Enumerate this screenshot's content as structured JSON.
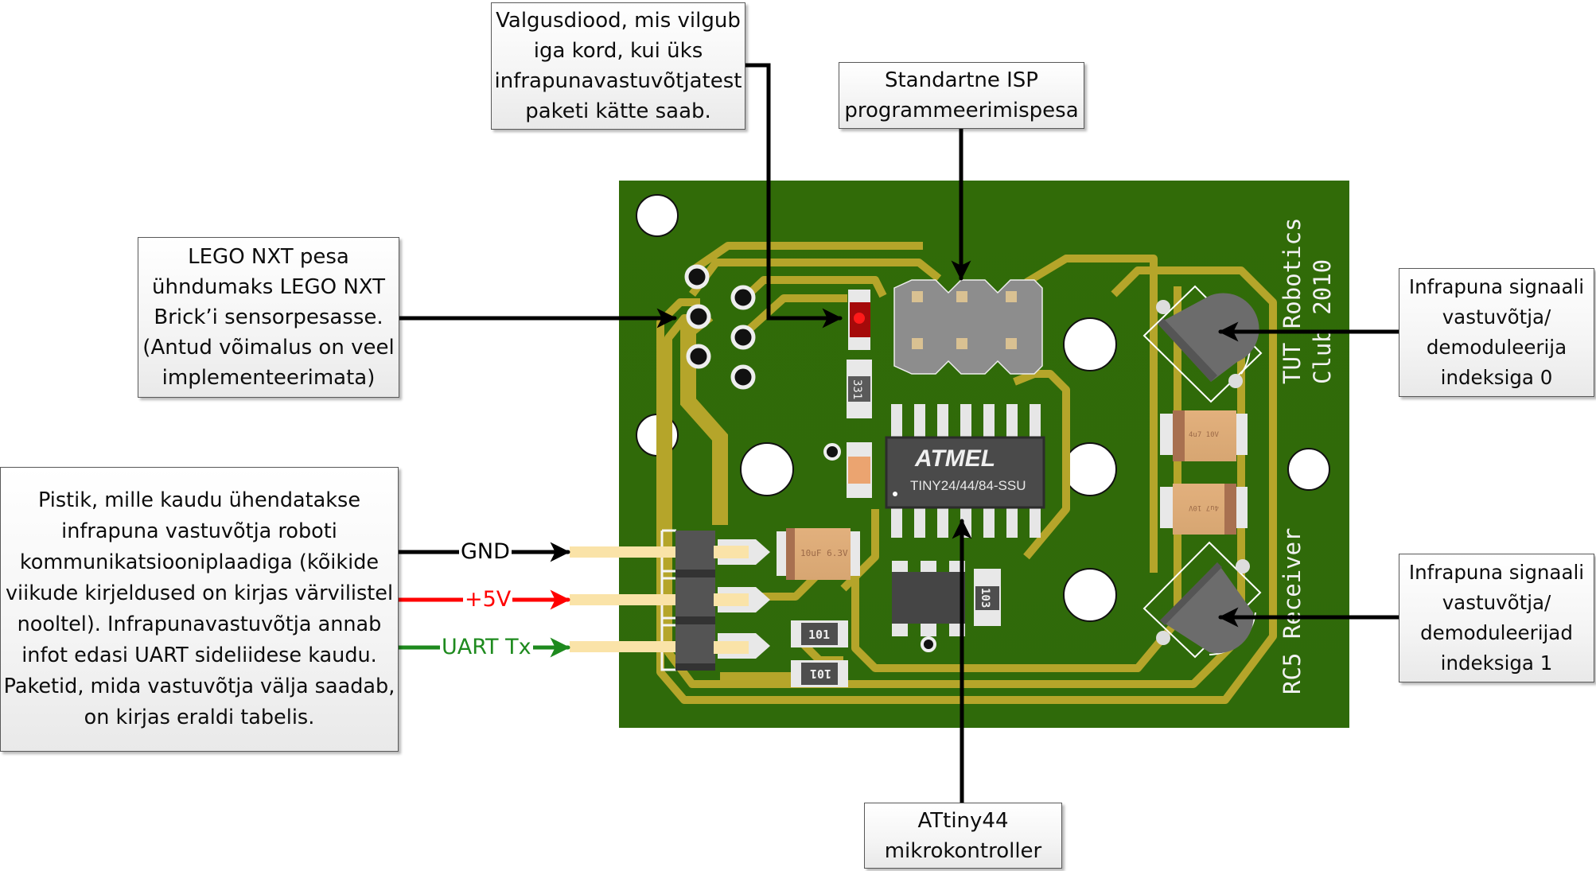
{
  "colors": {
    "pcb_green": "#33700a",
    "trace_gold": "#b5a52a",
    "gnd_arrow": "#000000",
    "vcc_arrow": "#ff0000",
    "uart_arrow": "#1e8a1e",
    "arrow_black": "#000000"
  },
  "callouts": {
    "led": "Valgusdiood, mis vilgub\niga kord, kui üks\ninfrapunavastuvõtjatest\npaketi kätte saab.",
    "isp": "Standartne ISP\nprogrammeerimispesa",
    "nxt": "LEGO NXT pesa\nühndumaks LEGO NXT\nBrick’i sensorpesasse.\n(Antud võimalus on veel\nimplementeerimata)",
    "connector": "Pistik, mille kaudu ühendatakse\ninfrapuna vastuvõtja roboti\nkommunikatsiooniplaadiga (kõikide\nviikude kirjeldused on kirjas värvilistel\nnooltel). Infrapunavastuvõtja annab\ninfot edasi UART sideliidese kaudu.\nPaketid, mida vastuvõtja välja saadab,\non kirjas eraldi tabelis.",
    "mcu": "ATtiny44\nmikrokontroller",
    "ir0": "Infrapuna signaali\nvastuvõtja/\ndemoduleerija\nindeksiga 0",
    "ir1": "Infrapuna signaali\nvastuvõtja/\ndemoduleerijad\nindeksiga 1"
  },
  "pins": {
    "gnd": "GND",
    "vcc": "+5V",
    "uart": "UART Tx"
  },
  "pcb": {
    "silkscreen_line1": "TUT Robotics",
    "silkscreen_line2": "Club 2010",
    "silkscreen_line3": "RC5 Receiver",
    "mcu_brand": "ATMEL",
    "mcu_part": "TINY24/44/84-SSU",
    "resistor_led": "331",
    "resistor_a": "101",
    "resistor_b": "101",
    "resistor_c": "103",
    "cap_main": "10uF 6.3V",
    "cap_ir0": "4u7 10V",
    "cap_ir1": "4u7 10V"
  }
}
